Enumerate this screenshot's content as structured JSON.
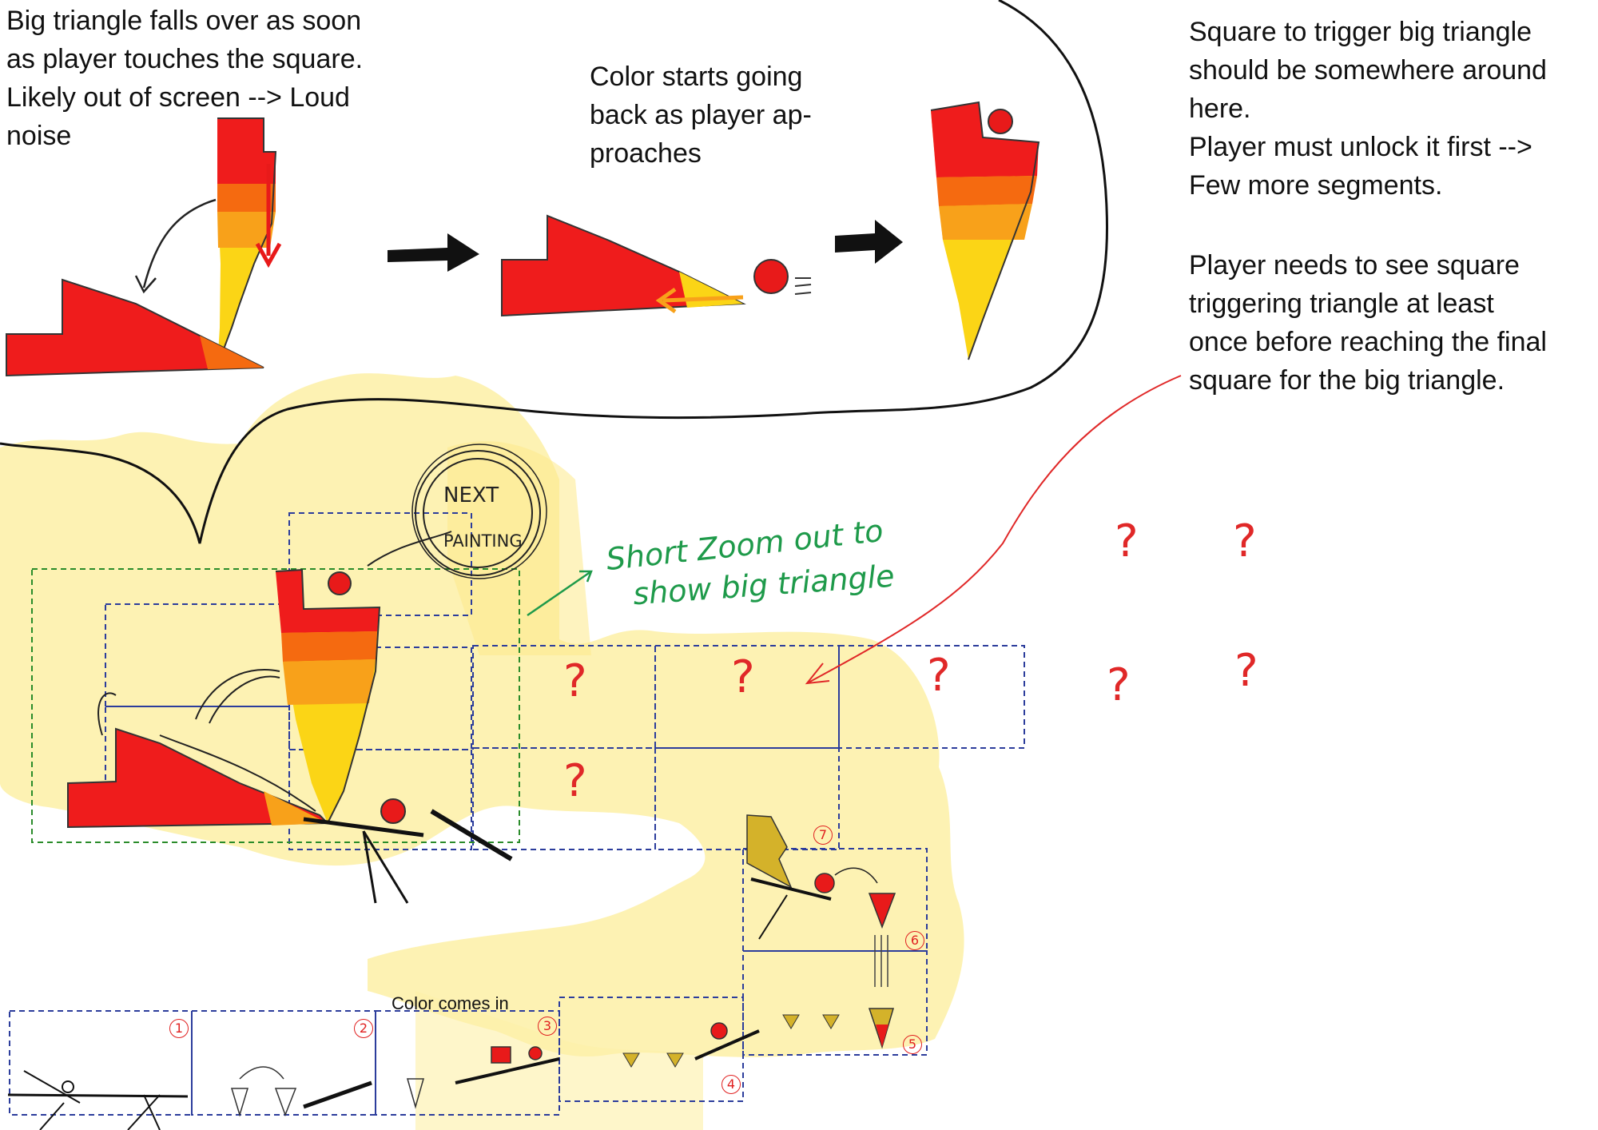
{
  "notes": {
    "falls_over": "Big triangle falls over as soon\nas player touches the square.\nLikely out of screen --> Loud\nnoise",
    "color_back": "Color starts going\nback as player ap-\nproaches",
    "square_trigger": "Square to trigger big triangle\nshould be somewhere around\nhere.\nPlayer must unlock it first -->\nFew more segments.",
    "player_needs": "Player needs to see square\ntriggering triangle at least\nonce before reaching the final\nsquare for the big triangle."
  },
  "sketch": {
    "next_line1": "NEXT",
    "next_line2": "PAINTING",
    "zoom_line1": "Short Zoom out to",
    "zoom_line2": "show big triangle",
    "color_comes_in": "Color comes in",
    "question_mark": "?",
    "segment_numbers": [
      "1",
      "2",
      "3",
      "4",
      "5",
      "6",
      "7"
    ]
  },
  "colors": {
    "red": "#ef1c1c",
    "orange": "#f56a10",
    "light_orange": "#f8a11a",
    "yellow": "#fbd516",
    "highlight_yellow": "#fdf0a6",
    "segment_box": "#2c3d9c",
    "zoom_box": "#2a8c2a",
    "annotation_red": "#e02828",
    "annotation_green": "#1e9a4a"
  }
}
